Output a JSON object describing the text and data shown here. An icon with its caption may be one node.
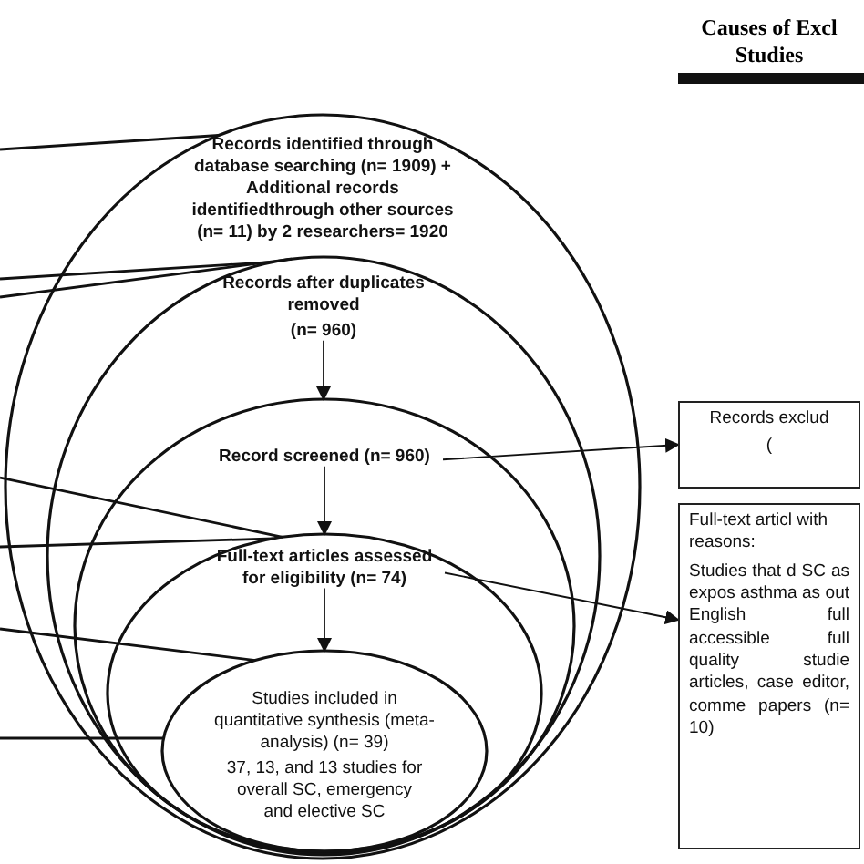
{
  "diagram": {
    "nodes": [
      {
        "text": [
          "Records identified through database searching (n= 1909) + Additional records identifiedthrough other sources (n= 11) by 2 researchers= 1920"
        ]
      },
      {
        "text": [
          "Records after duplicates removed",
          "(n= 960)"
        ],
        "in": 0
      },
      {
        "text": [
          "Record screened (n= 960)"
        ],
        "in": 1
      },
      {
        "text": [
          "Full-text articles assessed for eligibility (n= 74)"
        ],
        "in": 2
      },
      {
        "text": [
          "Studies included in quantitative synthesis (meta-analysis) (n= 39)",
          "37, 13, and 13 studies for overall SC, emergency and elective SC"
        ],
        "in": 3
      },
      {
        "text": [
          "Records exclud",
          "("
        ]
      },
      {
        "text": [
          "Full-text articl with reasons:",
          "Studies that d SC as expos asthma as out English full accessible full quality studie articles, case editor, comme papers (n= 10)"
        ]
      }
    ],
    "edges": [
      {
        "from": 1,
        "to": 2,
        "arrow": "to"
      },
      {
        "from": 2,
        "to": 3,
        "arrow": "to"
      },
      {
        "from": 3,
        "to": 4,
        "arrow": "to"
      },
      {
        "from": 2,
        "to": 5,
        "arrow": "to"
      },
      {
        "from": 3,
        "to": 6,
        "arrow": "to"
      },
      {
        "from": null,
        "to": 0,
        "arrow": "none"
      },
      {
        "from": null,
        "to": 1,
        "arrow": "none"
      },
      {
        "from": null,
        "to": 1,
        "arrow": "none"
      },
      {
        "from": null,
        "to": 3,
        "arrow": "none"
      },
      {
        "from": null,
        "to": 3,
        "arrow": "none"
      },
      {
        "from": null,
        "to": 4,
        "arrow": "none"
      },
      {
        "from": null,
        "to": 4,
        "arrow": "none"
      }
    ],
    "labels": [
      "Causes of Excl Studies"
    ]
  }
}
